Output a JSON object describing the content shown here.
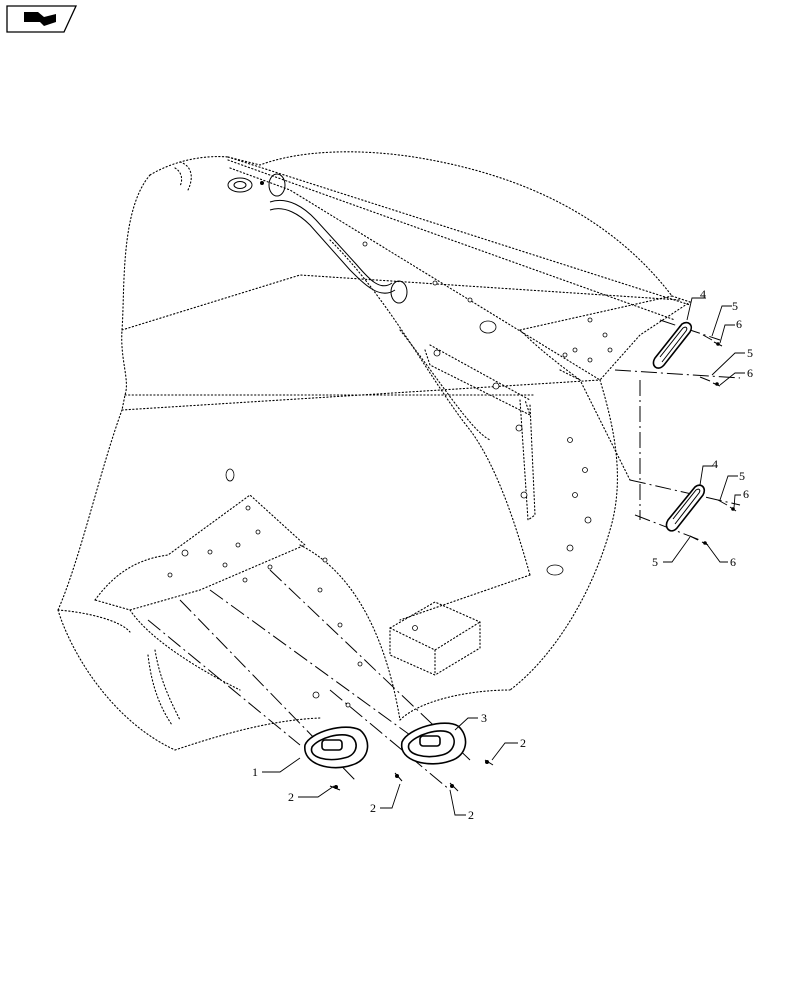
{
  "nav_icon": {
    "name": "page-navigation-icon"
  },
  "callouts": {
    "lamp_left": "1",
    "screw_a": "2",
    "screw_b": "2",
    "screw_c": "2",
    "screw_d": "2",
    "lamp_right": "3",
    "reflector_upper": "4",
    "reflector_lower": "4",
    "washer_upper_a": "5",
    "washer_upper_b": "5",
    "washer_lower_a": "5",
    "washer_lower_b": "5",
    "nut_upper_a": "6",
    "nut_upper_b": "6",
    "nut_lower_a": "6",
    "nut_lower_b": "6"
  }
}
